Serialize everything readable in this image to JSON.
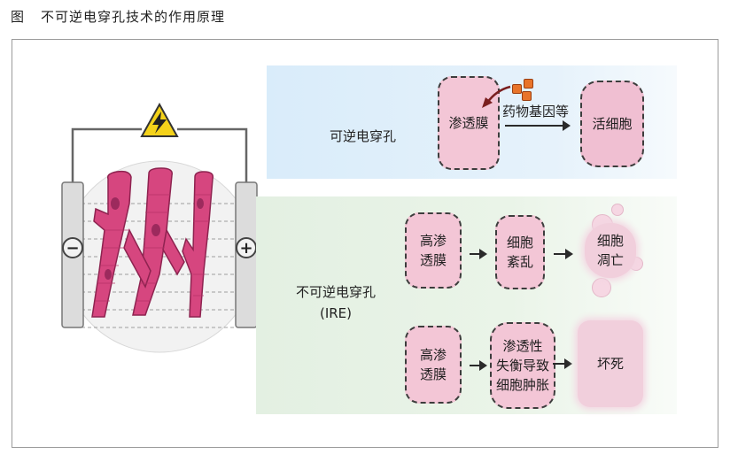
{
  "caption": {
    "figure_label": "图",
    "title": "不可逆电穿孔技术的作用原理"
  },
  "reversible": {
    "label": "可逆电穿孔",
    "membrane_cell": "渗透膜",
    "arrow_label": "药物基因等",
    "result_cell": "活细胞"
  },
  "irreversible": {
    "label_line1": "不可逆电穿孔",
    "label_line2": "(IRE)",
    "row1": {
      "step1": [
        "高渗",
        "透膜"
      ],
      "step2": [
        "细胞",
        "紊乱"
      ],
      "step3": [
        "细胞",
        "凋亡"
      ]
    },
    "row2": {
      "step1": [
        "高渗",
        "透膜"
      ],
      "step2": [
        "渗透性",
        "失衡导致",
        "细胞肿胀"
      ],
      "step3": "坏死"
    }
  },
  "electrodes": {
    "negative": "−",
    "positive": "+"
  },
  "colors": {
    "cell_fill": "#f3c6d6",
    "muscle": "#d6467f",
    "drug_dots": "#e8742a",
    "top_band": "#d9ecfa",
    "bottom_band": "#e3f0e2"
  },
  "icons": [
    "lightning-warning-icon",
    "negative-electrode-icon",
    "positive-electrode-icon"
  ]
}
